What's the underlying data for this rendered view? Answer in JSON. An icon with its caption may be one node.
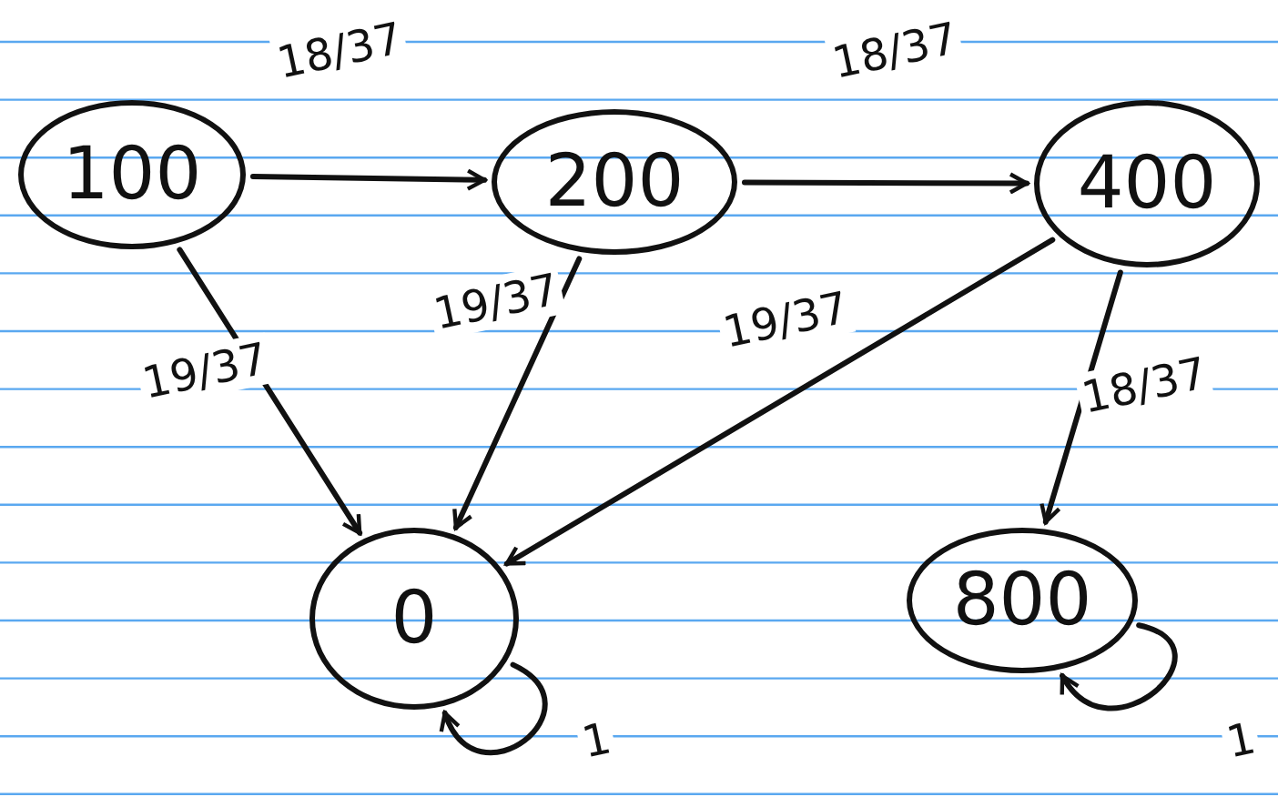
{
  "diagram": {
    "nodes": [
      {
        "text": [
          "100"
        ]
      },
      {
        "text": [
          "200"
        ]
      },
      {
        "text": [
          "400"
        ]
      },
      {
        "text": [
          "0"
        ]
      },
      {
        "text": [
          "800"
        ]
      }
    ],
    "edges": [
      {
        "from": 0,
        "to": 1,
        "arrow": "to",
        "label": "18/37"
      },
      {
        "from": 1,
        "to": 2,
        "arrow": "to",
        "label": "18/37"
      },
      {
        "from": 0,
        "to": 3,
        "arrow": "to",
        "label": "19/37"
      },
      {
        "from": 1,
        "to": 3,
        "arrow": "to",
        "label": "19/37"
      },
      {
        "from": 2,
        "to": 3,
        "arrow": "to",
        "label": "19/37"
      },
      {
        "from": 2,
        "to": 4,
        "arrow": "to",
        "label": "18/37"
      },
      {
        "from": 3,
        "to": 3,
        "arrow": "to",
        "label": "1"
      },
      {
        "from": 4,
        "to": 4,
        "arrow": "to",
        "label": "1"
      }
    ]
  }
}
